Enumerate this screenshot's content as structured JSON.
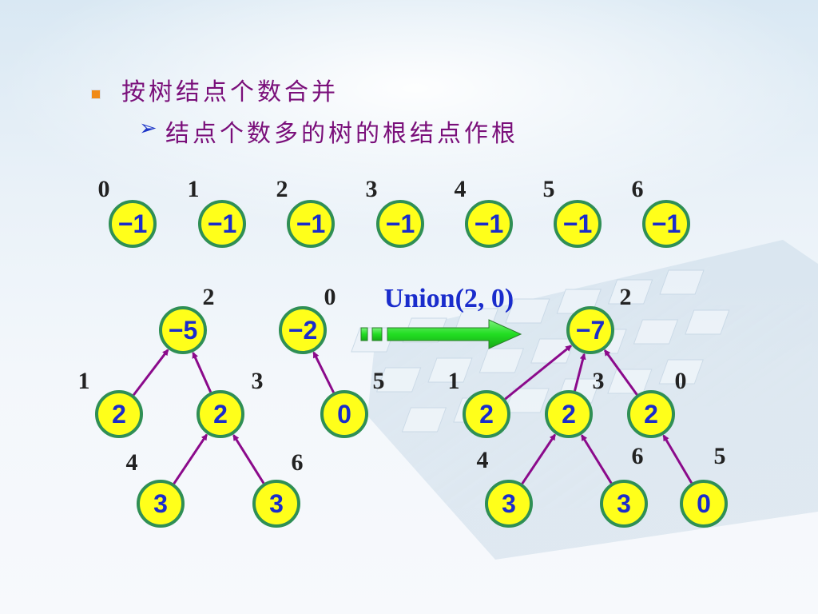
{
  "heading": {
    "bullet_text": "按树结点个数合并",
    "sub_text": "结点个数多的树的根结点作根",
    "sub_marker_icon": "arrowhead-bullet-icon",
    "colors": {
      "heading": "#7a0f7a",
      "marker": "#1e36c8",
      "bullet": "#f08a17"
    }
  },
  "node_style": {
    "fill": "#ffff1a",
    "stroke": "#2f8f55",
    "value_color": "#1a2ccc",
    "index_color": "#222222"
  },
  "edge_color": "#8b0a8b",
  "initial_row": [
    {
      "index": "0",
      "value": "−1"
    },
    {
      "index": "1",
      "value": "−1"
    },
    {
      "index": "2",
      "value": "−1"
    },
    {
      "index": "3",
      "value": "−1"
    },
    {
      "index": "4",
      "value": "−1"
    },
    {
      "index": "5",
      "value": "−1"
    },
    {
      "index": "6",
      "value": "−1"
    }
  ],
  "left_tree": {
    "nodes": [
      {
        "index": "2",
        "value": "−5"
      },
      {
        "index": "1",
        "value": "2"
      },
      {
        "index": "3",
        "value": "2"
      },
      {
        "index": "4",
        "value": "3"
      },
      {
        "index": "6",
        "value": "3"
      }
    ],
    "edges": [
      [
        "1",
        "2"
      ],
      [
        "3",
        "2"
      ],
      [
        "4",
        "3"
      ],
      [
        "6",
        "3"
      ]
    ]
  },
  "small_tree": {
    "nodes": [
      {
        "index": "0",
        "value": "−2"
      },
      {
        "index": "5",
        "value": "0"
      }
    ],
    "edges": [
      [
        "5",
        "0"
      ]
    ]
  },
  "operation": {
    "label": "Union(2, 0)",
    "color": "#1a2ccc",
    "arrow_color": "#22dd22"
  },
  "result_tree": {
    "nodes": [
      {
        "index": "2",
        "value": "−7"
      },
      {
        "index": "1",
        "value": "2"
      },
      {
        "index": "3",
        "value": "2"
      },
      {
        "index": "0",
        "value": "2"
      },
      {
        "index": "4",
        "value": "3"
      },
      {
        "index": "6",
        "value": "3"
      },
      {
        "index": "5",
        "value": "0"
      }
    ],
    "edges": [
      [
        "1",
        "2"
      ],
      [
        "3",
        "2"
      ],
      [
        "0",
        "2"
      ],
      [
        "4",
        "3"
      ],
      [
        "6",
        "3"
      ],
      [
        "5",
        "0"
      ]
    ]
  }
}
